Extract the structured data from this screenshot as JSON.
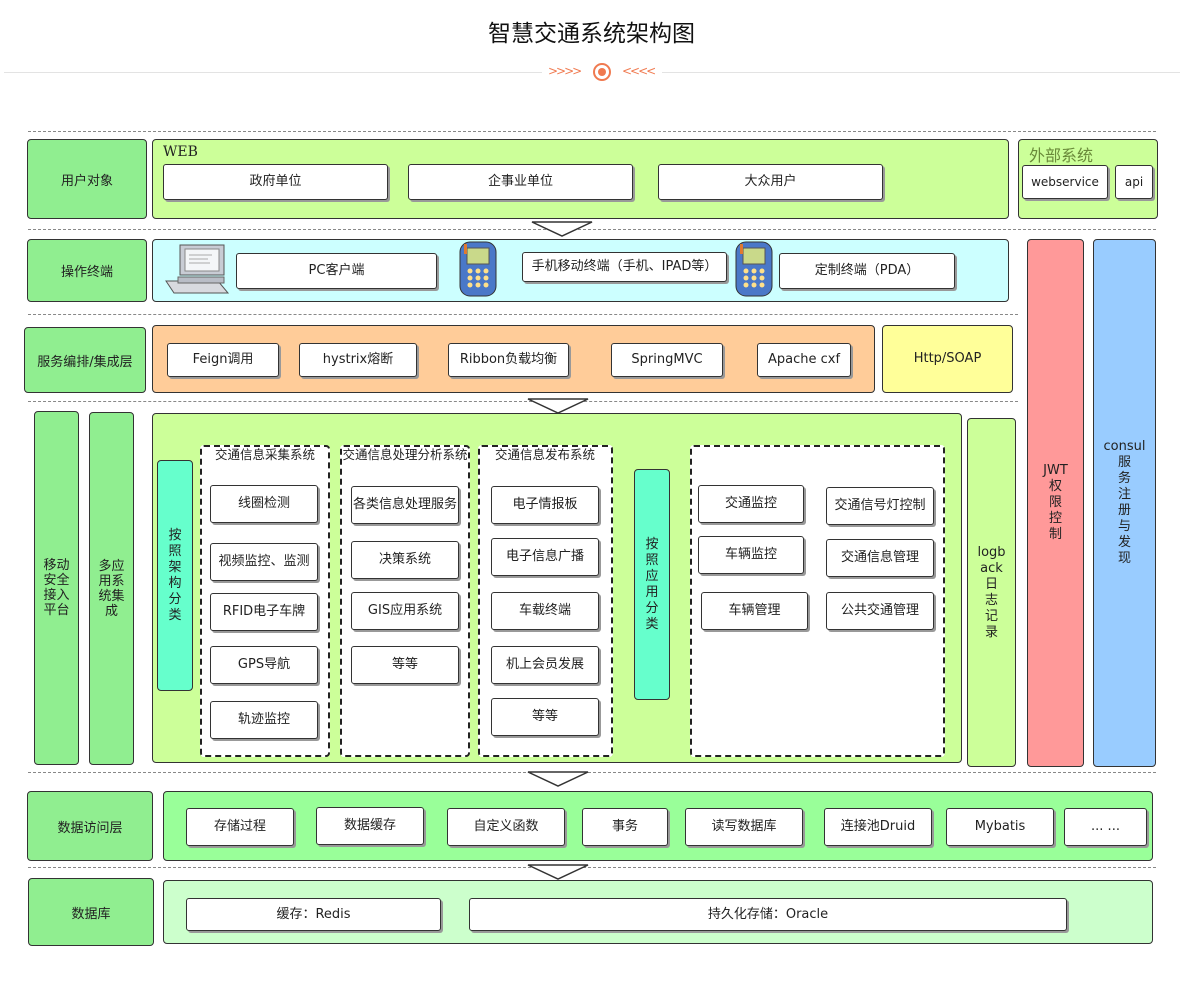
{
  "title": "智慧交通系统架构图",
  "colors": {
    "label_green": "#90ee90",
    "user_row": "#ccff99",
    "terminal_row": "#ccffff",
    "service_row": "#ffcc99",
    "http_soap": "#ffff99",
    "core": "#ccff99",
    "side_bar": "#66ffcc",
    "jwt": "#ff9999",
    "consul": "#99ccff",
    "data_access": "#99ff99",
    "db": "#ccffcc",
    "accent": "#f07a50"
  },
  "layers": {
    "user": "用户对象",
    "terminal": "操作终端",
    "service": "服务编排/集成层",
    "data_access": "数据访问层",
    "database": "数据库"
  },
  "user_row": {
    "caption": "WEB",
    "items": [
      "政府单位",
      "企事业单位",
      "大众用户"
    ]
  },
  "external": {
    "caption": "外部系统",
    "items": [
      "webservice",
      "api"
    ]
  },
  "terminal_row": {
    "items": [
      "PC客户端",
      "手机移动终端（手机、IPAD等）",
      "定制终端（PDA）"
    ]
  },
  "service_row": {
    "items": [
      "Feign调用",
      "hystrix熔断",
      "Ribbon负载均衡",
      "SpringMVC",
      "Apache cxf"
    ],
    "side": "Http/SOAP"
  },
  "left_bars": {
    "mobile": "移动\n安全\n接入\n平台",
    "multi": "多应\n用系\n统集\n成"
  },
  "core": {
    "arch_bar": "按\n照\n架\n构\n分\n类",
    "app_bar": "按\n照\n应\n用\n分\n类",
    "collect": {
      "title": "交通信息采集系统",
      "items": [
        "线圈检测",
        "视频监控、监测",
        "RFID电子车牌",
        "GPS导航",
        "轨迹监控"
      ]
    },
    "process": {
      "title": "交通信息处理分析系统",
      "items": [
        "各类信息处理服务",
        "决策系统",
        "GIS应用系统",
        "等等"
      ]
    },
    "publish": {
      "title": "交通信息发布系统",
      "items": [
        "电子情报板",
        "电子信息广播",
        "车载终端",
        "机上会员发展",
        "等等"
      ]
    },
    "apps": {
      "items": [
        "交通监控",
        "交通信号灯控制",
        "车辆监控",
        "交通信息管理",
        "车辆管理",
        "公共交通管理"
      ]
    }
  },
  "logback": "logb\nack\n日\n志\n记\n录",
  "jwt": "JWT\n权\n限\n控\n制",
  "consul": "consul\n服\n务\n注\n册\n与\n发\n现",
  "data_access_row": {
    "items": [
      "存储过程",
      "数据缓存",
      "自定义函数",
      "事务",
      "读写数据库",
      "连接池Druid",
      "Mybatis",
      "... ..."
    ]
  },
  "db_row": {
    "items": [
      "缓存：Redis",
      "持久化存储：Oracle"
    ]
  }
}
